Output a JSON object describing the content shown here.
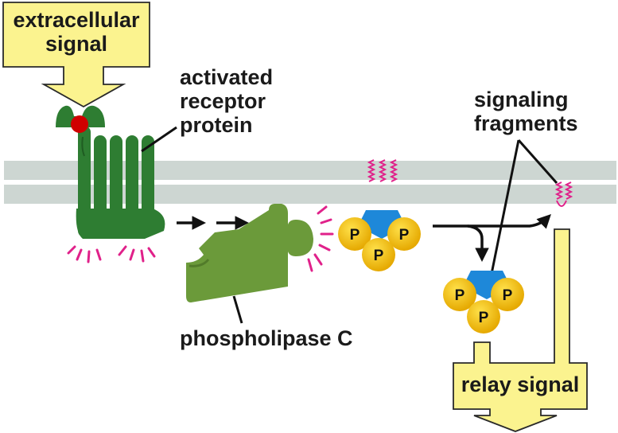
{
  "labels": {
    "extracellular_signal": "extracellular\nsignal",
    "activated_receptor": "activated\nreceptor\nprotein",
    "signaling_fragments": "signaling\nfragments",
    "phospholipase": "phospholipase C",
    "relay_signal": "relay signal",
    "phosphate": "P"
  },
  "colors": {
    "signal_box": "#fbf38f",
    "membrane": "#ccd5d0",
    "receptor": "#2e7d32",
    "enzyme": "#6b9a3a",
    "phosphate": "#f5c400",
    "cap": "#1e88d9",
    "lipid": "#e0218a",
    "ligand": "#d00000"
  }
}
